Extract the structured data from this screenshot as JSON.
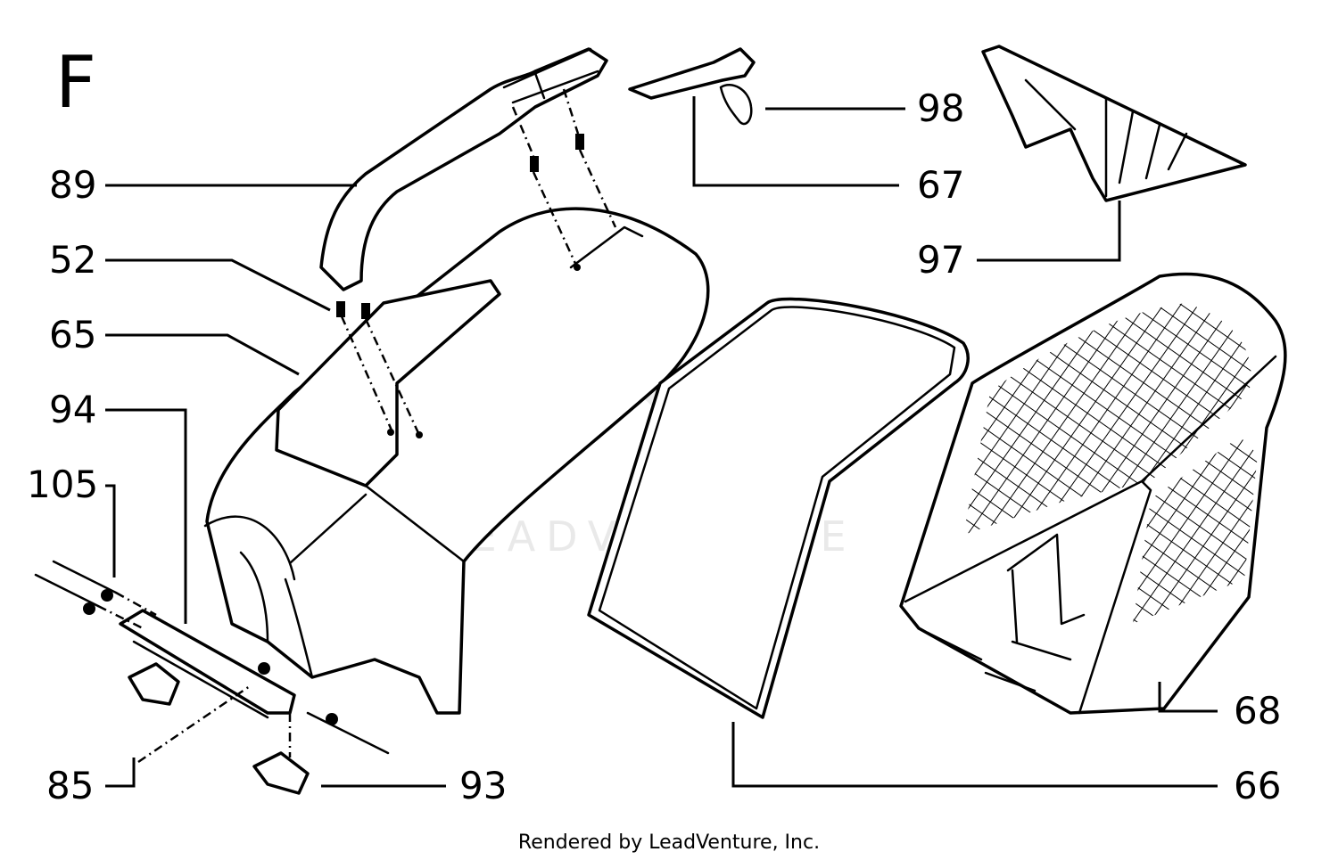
{
  "section_letter": "F",
  "watermark": "LEADVENTURE",
  "credit": "Rendered by LeadVenture, Inc.",
  "callouts": {
    "p89": "89",
    "p52": "52",
    "p65": "65",
    "p94": "94",
    "p105": "105",
    "p85": "85",
    "p93": "93",
    "p98": "98",
    "p67": "67",
    "p97": "97",
    "p68": "68",
    "p66": "66"
  }
}
